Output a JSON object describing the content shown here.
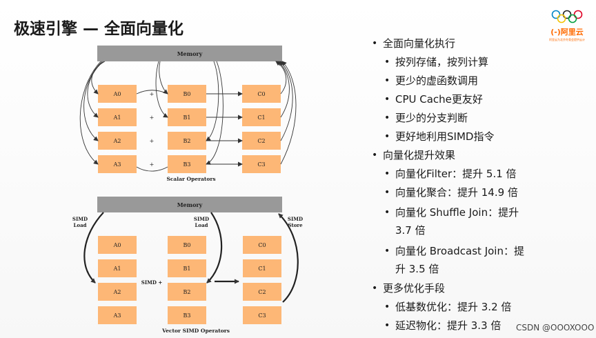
{
  "slide": {
    "title": "极速引擎 — 全面向量化",
    "watermark": "CSDN @OOOXOOO"
  },
  "logo": {
    "brand": "(-)阿里云",
    "tagline": "阿里云为北京冬奥会提供云计算服务",
    "ring_colors": [
      "#0085c7",
      "#222222",
      "#df0024",
      "#f4c300",
      "#009f3d"
    ]
  },
  "diagram": {
    "scalar": {
      "memory_label": "Memory",
      "a_labels": [
        "A0",
        "A1",
        "A2",
        "A3"
      ],
      "b_labels": [
        "B0",
        "B1",
        "B2",
        "B3"
      ],
      "c_labels": [
        "C0",
        "C1",
        "C2",
        "C3"
      ],
      "op": "+",
      "caption": "Scalar Operators"
    },
    "simd": {
      "memory_label": "Memory",
      "load_label_left": [
        "SIMD",
        "Load"
      ],
      "load_label_mid": [
        "SIMD",
        "Load"
      ],
      "store_label": [
        "SIMD",
        "Store"
      ],
      "op_label": "SIMD +",
      "a_labels": [
        "A0",
        "A1",
        "A2",
        "A3"
      ],
      "b_labels": [
        "B0",
        "B1",
        "B2",
        "B3"
      ],
      "c_labels": [
        "C0",
        "C1",
        "C2",
        "C3"
      ],
      "caption": "Vector SIMD Operators"
    },
    "colors": {
      "memory": "#999999",
      "cell": "#fdb776",
      "arrow": "#333333"
    }
  },
  "bullets": {
    "s1": "全面向量化执行",
    "s1_items": [
      "按列存储，按列计算",
      "更少的虚函数调用",
      "CPU Cache更友好",
      "更少的分支判断",
      "更好地利用SIMD指令"
    ],
    "s2": "向量化提升效果",
    "s2_items": [
      [
        "向量化Filter：提升 5.1 倍"
      ],
      [
        "向量化聚合：提升 14.9 倍"
      ],
      [
        "向量化 Shuffle Join：提升",
        "3.7 倍"
      ],
      [
        "向量化 Broadcast Join：提",
        "升 3.5 倍"
      ]
    ],
    "s3": "更多优化手段",
    "s3_items": [
      "低基数优化：提升 3.2 倍",
      "延迟物化：提升 3.3 倍"
    ]
  }
}
